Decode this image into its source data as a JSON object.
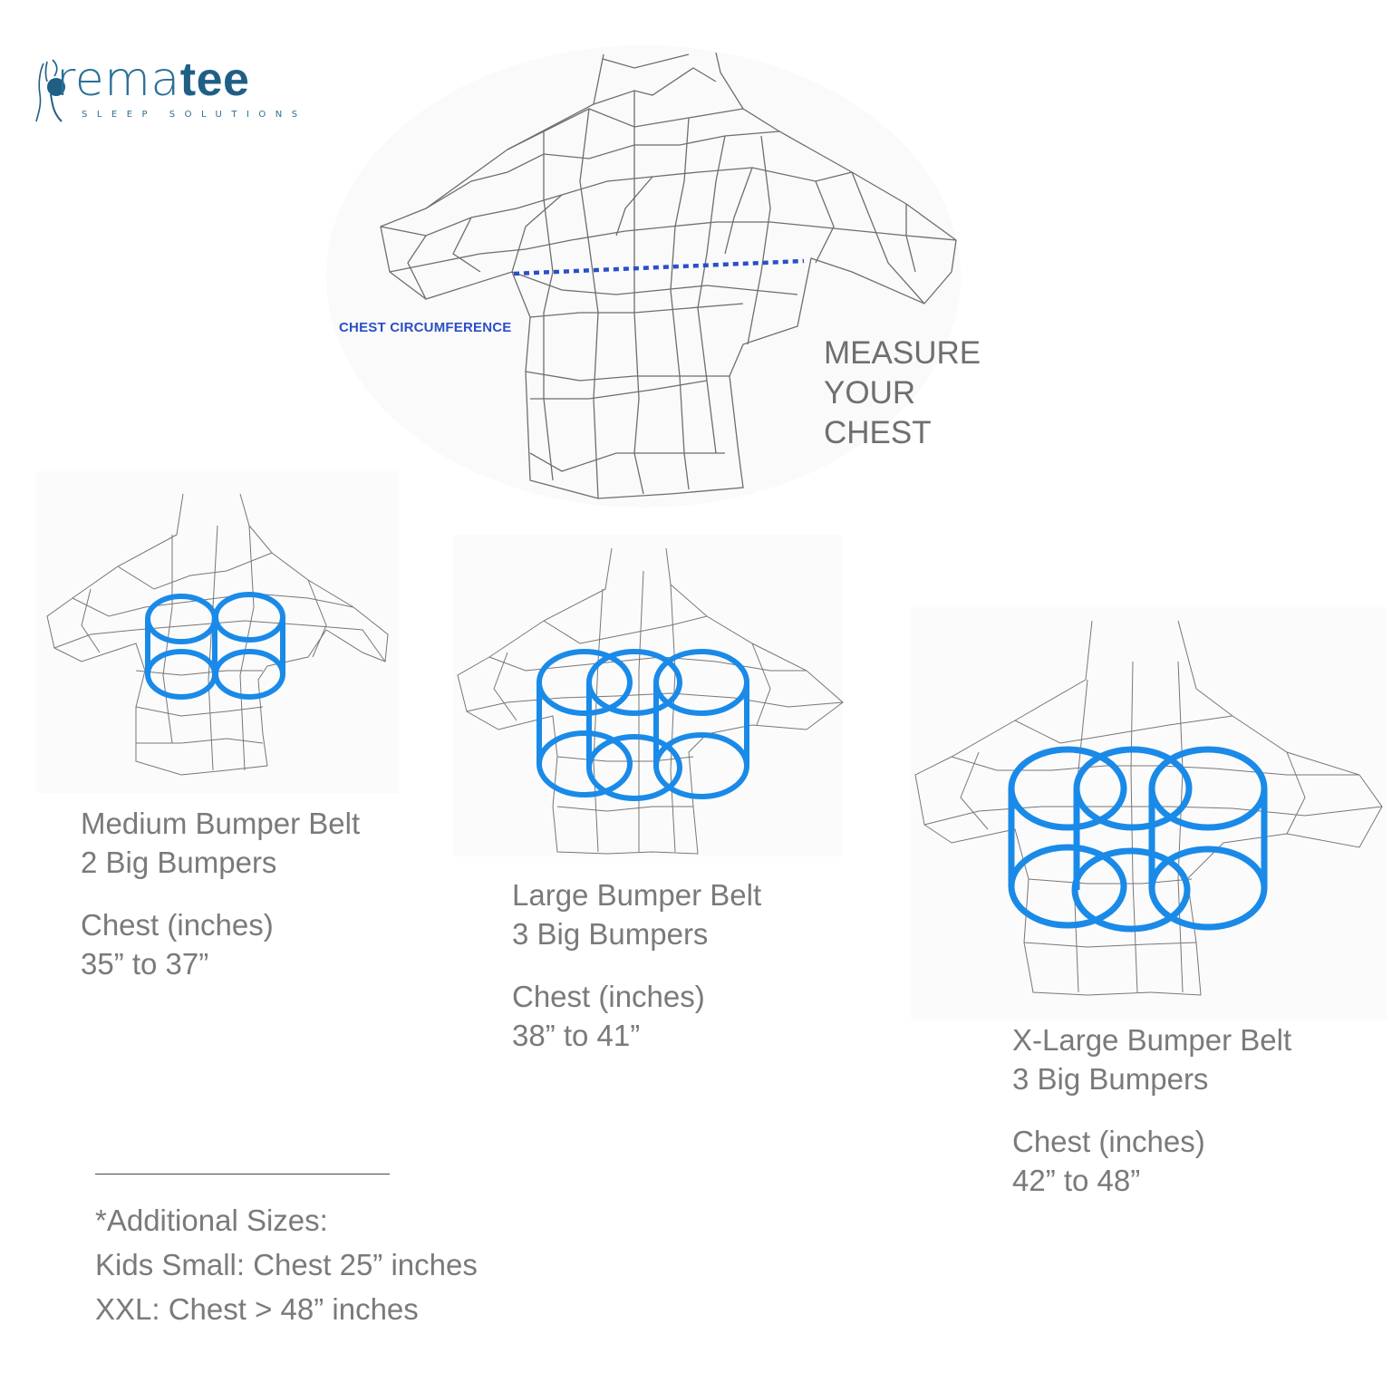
{
  "brand": {
    "name_part1": "rema",
    "name_part2": "tee",
    "tagline": "SLEEP SOLUTIONS",
    "color": "#2a6f97"
  },
  "measure": {
    "chest_label": "CHEST CIRCUMFERENCE",
    "lines": [
      "MEASURE",
      "YOUR",
      "CHEST"
    ],
    "line_color": "#2b4fc7"
  },
  "sizes": [
    {
      "name": "Medium Bumper Belt",
      "bumpers": "2 Big Bumpers",
      "chest_label": "Chest (inches)",
      "chest_range": "35” to 37”",
      "bumper_columns": 2
    },
    {
      "name": "Large Bumper Belt",
      "bumpers": "3 Big Bumpers",
      "chest_label": "Chest (inches)",
      "chest_range": "38” to 41”",
      "bumper_columns": 3
    },
    {
      "name": "X-Large Bumper Belt",
      "bumpers": "3 Big Bumpers",
      "chest_label": "Chest (inches)",
      "chest_range": "42” to 48”",
      "bumper_columns": 3
    }
  ],
  "additional": {
    "title": "*Additional Sizes:",
    "lines": [
      "Kids Small: Chest 25” inches",
      "XXL: Chest > 48” inches"
    ]
  },
  "colors": {
    "bumper": "#1a8ae8",
    "mesh": "#7a7a7a",
    "text": "#7a7a7a"
  }
}
